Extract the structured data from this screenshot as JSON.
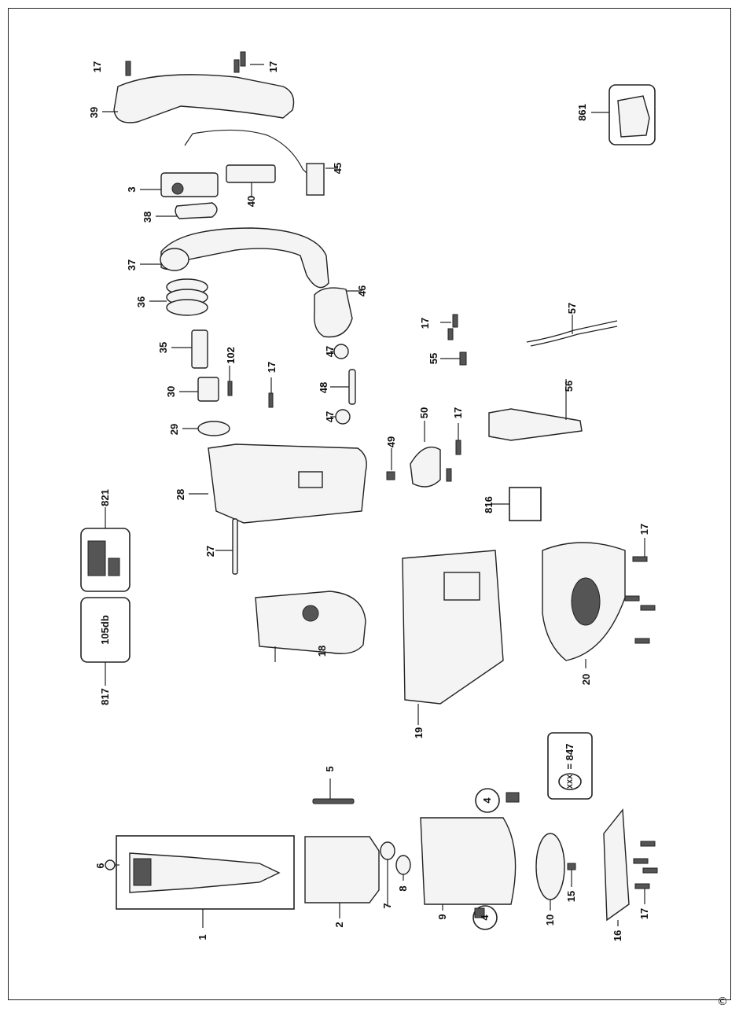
{
  "labels": {
    "p1": "1",
    "p2": "2",
    "p3": "3",
    "p4a": "4",
    "p4b": "4",
    "p5": "5",
    "p6": "6",
    "p7": "7",
    "p8": "8",
    "p9": "9",
    "p10": "10",
    "p15": "15",
    "p16": "16",
    "p17a": "17",
    "p17b": "17",
    "p17c": "17",
    "p17d": "17",
    "p17e": "17",
    "p17f": "17",
    "p17g": "17",
    "p18": "18",
    "p19": "19",
    "p20": "20",
    "p27": "27",
    "p28": "28",
    "p29": "29",
    "p30": "30",
    "p35": "35",
    "p36": "36",
    "p37": "37",
    "p38": "38",
    "p39": "39",
    "p40": "40",
    "p45": "45",
    "p46": "46",
    "p47a": "47",
    "p47b": "47",
    "p48": "48",
    "p49": "49",
    "p50": "50",
    "p55": "55",
    "p56": "56",
    "p57": "57",
    "p102": "102",
    "p816": "816",
    "p817": "817",
    "p821": "821",
    "p861": "861"
  },
  "legend": {
    "db_label": "105db",
    "xxx_text": "XXX",
    "xxx_value": "= 847"
  },
  "copyright": "©"
}
